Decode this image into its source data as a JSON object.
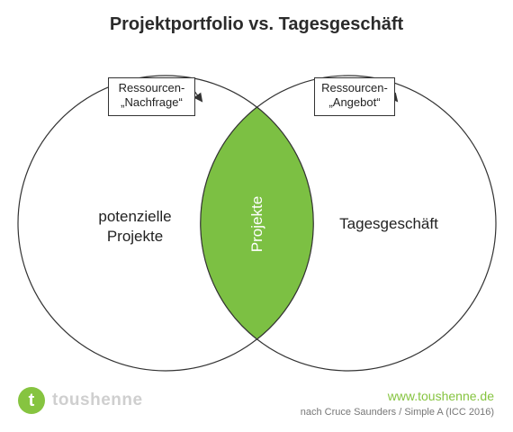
{
  "title": "Projektportfolio vs. Tagesgeschäft",
  "colors": {
    "accent": "#7cc043",
    "stroke": "#333333",
    "logo_text": "#cfcfcf",
    "credit_text": "#777777"
  },
  "diagram": {
    "left_circle": {
      "label_lines": [
        "potenzielle",
        "Projekte"
      ]
    },
    "right_circle": {
      "label_lines": [
        "Tagesgeschäft"
      ]
    },
    "intersection": {
      "label": "Projekte"
    },
    "left_box": {
      "lines": [
        "Ressourcen-",
        "„Nachfrage“"
      ]
    },
    "right_box": {
      "lines": [
        "Ressourcen-",
        "„Angebot“"
      ]
    }
  },
  "footer": {
    "logo_letter": "t",
    "logo_text": "toushenne",
    "website": "www.toushenne.de",
    "credit": "nach Cruce Saunders / Simple A (ICC 2016)"
  }
}
